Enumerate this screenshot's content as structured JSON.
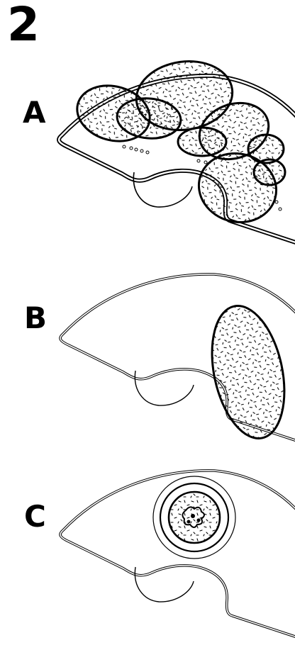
{
  "figure": {
    "number": "2",
    "panels": [
      {
        "label": "A"
      },
      {
        "label": "B"
      },
      {
        "label": "C"
      }
    ]
  }
}
